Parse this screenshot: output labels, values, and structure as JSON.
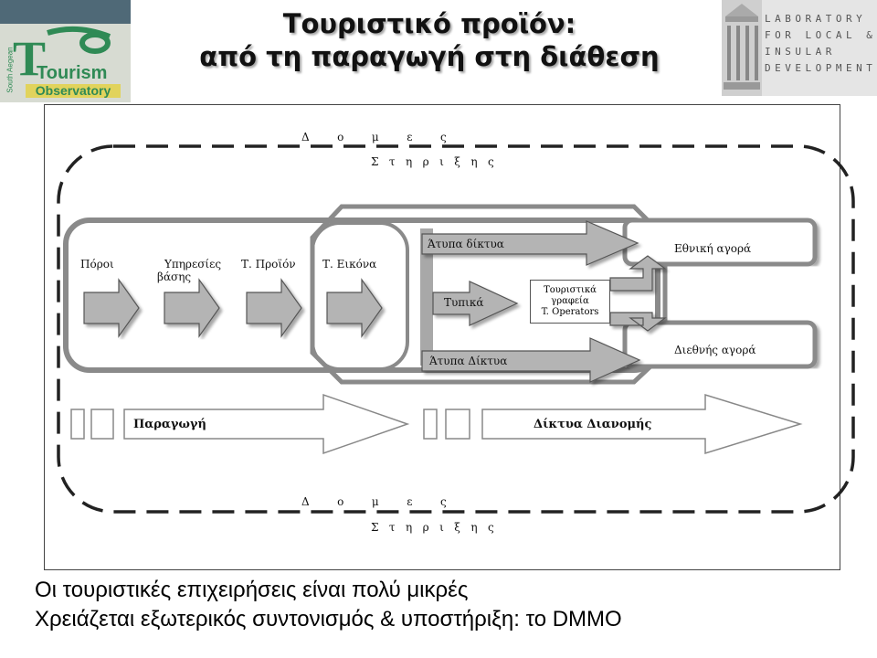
{
  "header": {
    "title_line1": "Τουριστικό προϊόν:",
    "title_line2": "από τη παραγωγή στη διάθεση"
  },
  "logo_left": {
    "letter": "T",
    "word1": "Tourism",
    "word2": "Observatory",
    "side": "South Aegean"
  },
  "logo_right": {
    "lines": [
      "LABORATORY",
      "FOR LOCAL &",
      "INSULAR",
      "DEVELOPMENT"
    ]
  },
  "diagram": {
    "support_top_1": "Δ        ο        μ        ε        ς",
    "support_top_2": "Σ   τ   η   ρ   ι   ξ   η   ς",
    "support_bottom_1": "Δ        ο        μ        ε        ς",
    "support_bottom_2": "Σ   τ   η   ρ   ι   ξ   η   ς",
    "resources": "Πόροι",
    "basic_services_1": "Υπηρεσίες",
    "basic_services_2": "βάσης",
    "tourism_product": "Τ. Προϊόν",
    "tourism_image": "Τ. Εικόνα",
    "informal_networks_top": "Άτυπα δίκτυα",
    "formal": "Τυπικά",
    "informal_networks_bottom": "Άτυπα Δίκτυα",
    "agencies_1": "Τουριστικά",
    "agencies_2": "γραφεία",
    "agencies_3": "T. Operators",
    "national_market": "Εθνική αγορά",
    "international_market": "Διεθνής αγορά",
    "production": "Παραγωγή",
    "distribution_networks": "Δίκτυα Διανομής"
  },
  "bottom": {
    "line1": "Οι τουριστικές επιχειρήσεις είναι πολύ μικρές",
    "line2": "Χρειάζεται εξωτερικός συντονισμός & υποστήριξη: το DMMO"
  },
  "colors": {
    "logo_band": "#4f6977",
    "logo_green": "#2f8a55",
    "logo_yellow": "#e1d35c",
    "arrow_fill": "#b4b4b4",
    "box_stroke": "#8a8a8a"
  },
  "icons": [
    "tourism-logo-icon",
    "laboratory-building-icon"
  ]
}
